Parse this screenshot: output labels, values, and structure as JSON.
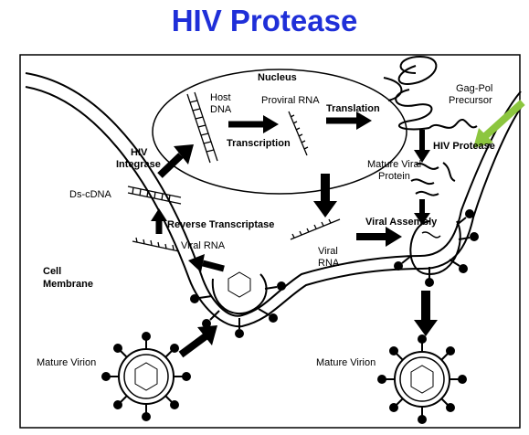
{
  "title": "HIV Protease",
  "labels": {
    "nucleus": "Nucleus",
    "host_dna_1": "Host",
    "host_dna_2": "DNA",
    "proviral_rna": "Proviral RNA",
    "translation": "Translation",
    "transcription": "Transcription",
    "gag_pol_1": "Gag-Pol",
    "gag_pol_2": "Precursor",
    "hiv_protease": "HIV Protease",
    "mature_viral_1": "Mature Viral",
    "mature_viral_2": "Protein",
    "hiv_integrase_1": "HIV",
    "hiv_integrase_2": "Integrase",
    "ds_cdna": "Ds-cDNA",
    "reverse_transcriptase": "Reverse Transcriptase",
    "viral_rna_left": "Viral RNA",
    "viral_rna_mid_1": "Viral",
    "viral_rna_mid_2": "RNA",
    "viral_assembly": "Viral Assembly",
    "cell_membrane_1": "Cell",
    "cell_membrane_2": "Membrane",
    "mature_virion_left": "Mature Virion",
    "mature_virion_right": "Mature Virion"
  },
  "colors": {
    "title": "#1f2fd8",
    "highlight_arrow": "#8cc63f"
  }
}
